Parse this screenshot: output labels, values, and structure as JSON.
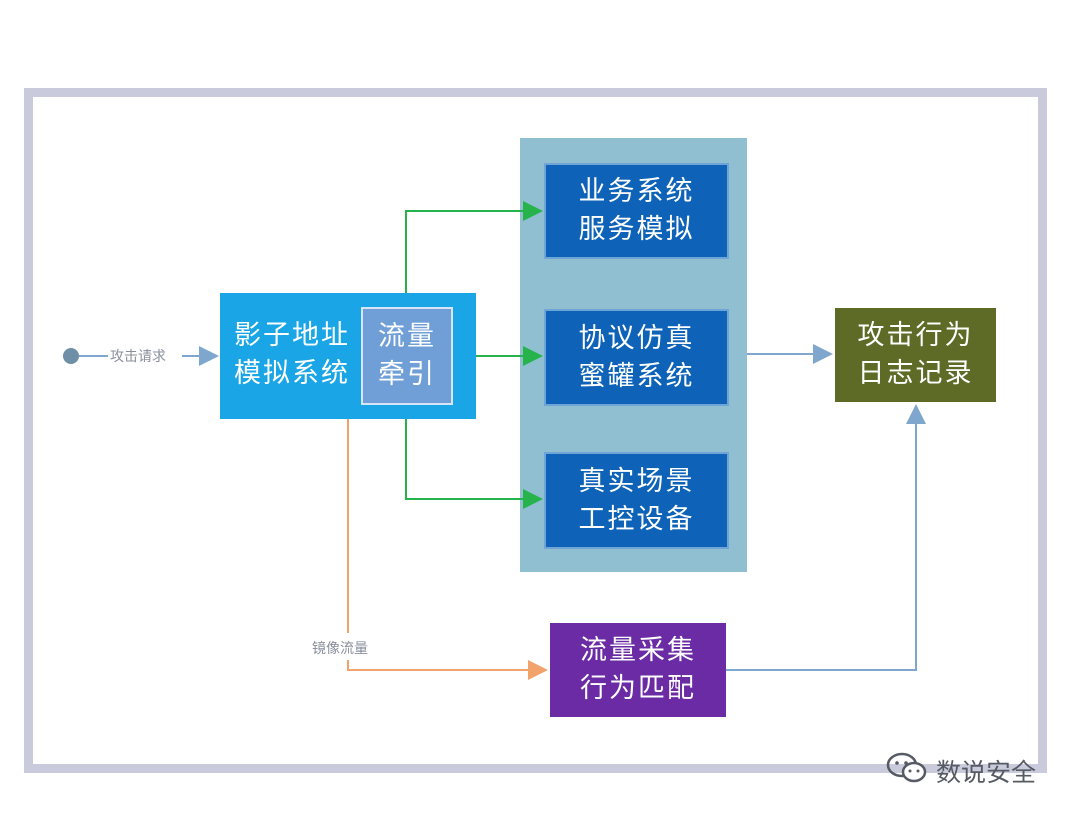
{
  "nodes": {
    "attack_request": "攻击请求",
    "shadow": {
      "line1": "影子地址",
      "line2": "模拟系统"
    },
    "traction": {
      "line1": "流量",
      "line2": "牵引"
    },
    "business": {
      "line1": "业务系统",
      "line2": "服务模拟"
    },
    "honeypot": {
      "line1": "协议仿真",
      "line2": "蜜罐系统"
    },
    "ics": {
      "line1": "真实场景",
      "line2": "工控设备"
    },
    "log": {
      "line1": "攻击行为",
      "line2": "日志记录"
    },
    "collect": {
      "line1": "流量采集",
      "line2": "行为匹配"
    },
    "mirror": "镜像流量"
  },
  "watermark": "数说安全",
  "colors": {
    "frame": "#c9cbdc",
    "panel": "#8fbfd1",
    "blue_box": "#0e63b8",
    "shadow_box": "#1aa6e6",
    "traction_box": "#6f9fd6",
    "log_box": "#5d6b27",
    "collect_box": "#6a2ba4",
    "green_arrow": "#27b34c",
    "orange_arrow": "#f2a36b",
    "blue_arrow": "#7fa6cc"
  }
}
